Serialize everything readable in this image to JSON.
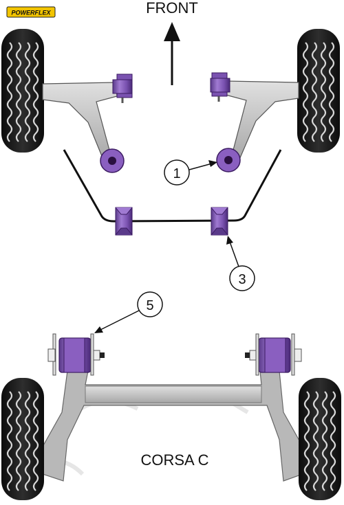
{
  "brand": {
    "logo_text": "POWERFLEX"
  },
  "header": {
    "direction_label": "FRONT"
  },
  "callouts": [
    {
      "number": "1",
      "target": "front-wishbone-rear-bush"
    },
    {
      "number": "3",
      "target": "anti-roll-bar-bush"
    },
    {
      "number": "5",
      "target": "rear-beam-mount-bush"
    }
  ],
  "footer": {
    "model_label": "CORSA C"
  },
  "colors": {
    "bush": "#8a5fc0",
    "bush_dark": "#4a2a78",
    "bush_light": "#b89ae0",
    "arm": "#c4c4c4",
    "tyre": "#1c1c1c",
    "tyre_tread": "#dcdcdc"
  }
}
